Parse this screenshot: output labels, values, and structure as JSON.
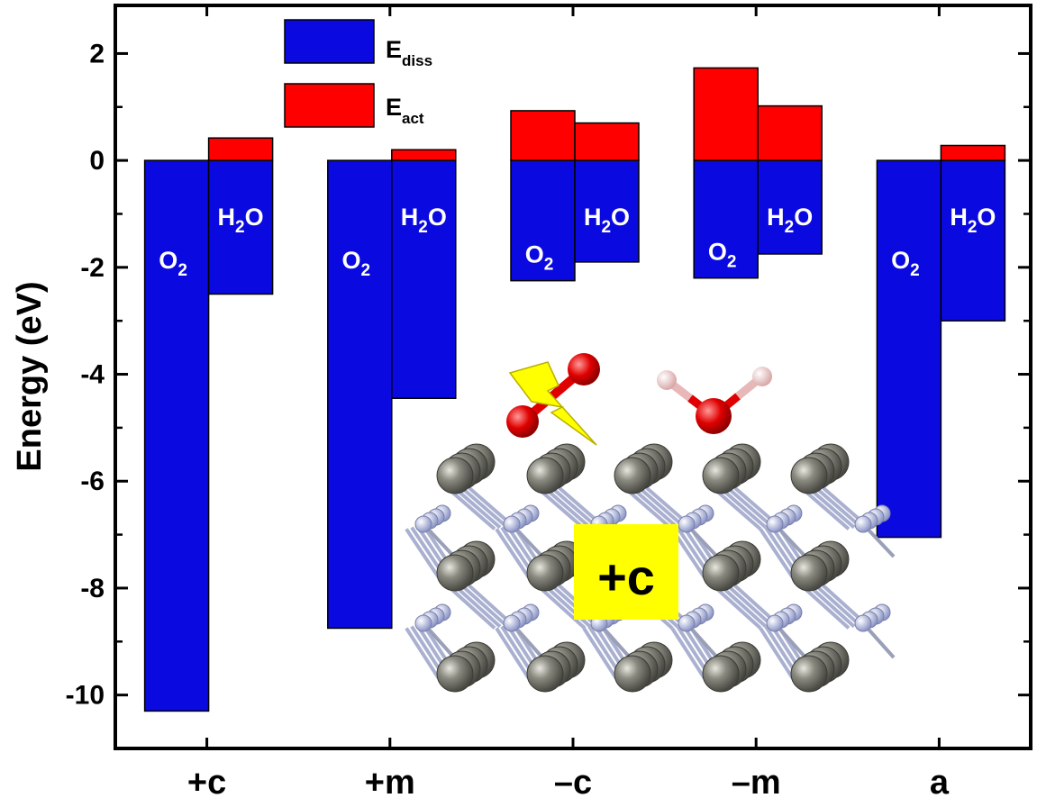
{
  "chart_data": {
    "type": "bar",
    "title": "",
    "xlabel": "",
    "ylabel": "Energy (eV)",
    "ylim": [
      -11,
      2.9
    ],
    "yticks": [
      2,
      0,
      -2,
      -4,
      -6,
      -8,
      -10
    ],
    "ytick_labels": [
      "2",
      "0",
      "-2",
      "-4",
      "-6",
      "-8",
      "-10"
    ],
    "categories": [
      "+c",
      "+m",
      "–c",
      "–m",
      "a"
    ],
    "molecule_labels": {
      "o2": "O",
      "o2_sub": "2",
      "h2o_pre": "H",
      "h2o_sub": "2",
      "h2o_post": "O"
    },
    "series": [
      {
        "name": "E",
        "name_sub": "diss",
        "color": "#0a0ae0",
        "o2": [
          -10.3,
          -8.75,
          -2.25,
          -2.2,
          -7.05
        ],
        "h2o": [
          -2.5,
          -4.45,
          -1.9,
          -1.75,
          -3.0
        ]
      },
      {
        "name": "E",
        "name_sub": "act",
        "color": "#ff0000",
        "o2": [
          0,
          0,
          0.93,
          1.73,
          0
        ],
        "h2o": [
          0.42,
          0.2,
          0.7,
          1.02,
          0.28
        ]
      }
    ],
    "grid": false,
    "legend_position": "top-left"
  },
  "inset": {
    "label": "+c",
    "colors": {
      "ga": "#6b6b62",
      "n": "#b8c0e4",
      "o": "#e00000",
      "h": "#f0c8c8",
      "lightning": "#ffff00",
      "label_bg": "#ffff00"
    }
  }
}
